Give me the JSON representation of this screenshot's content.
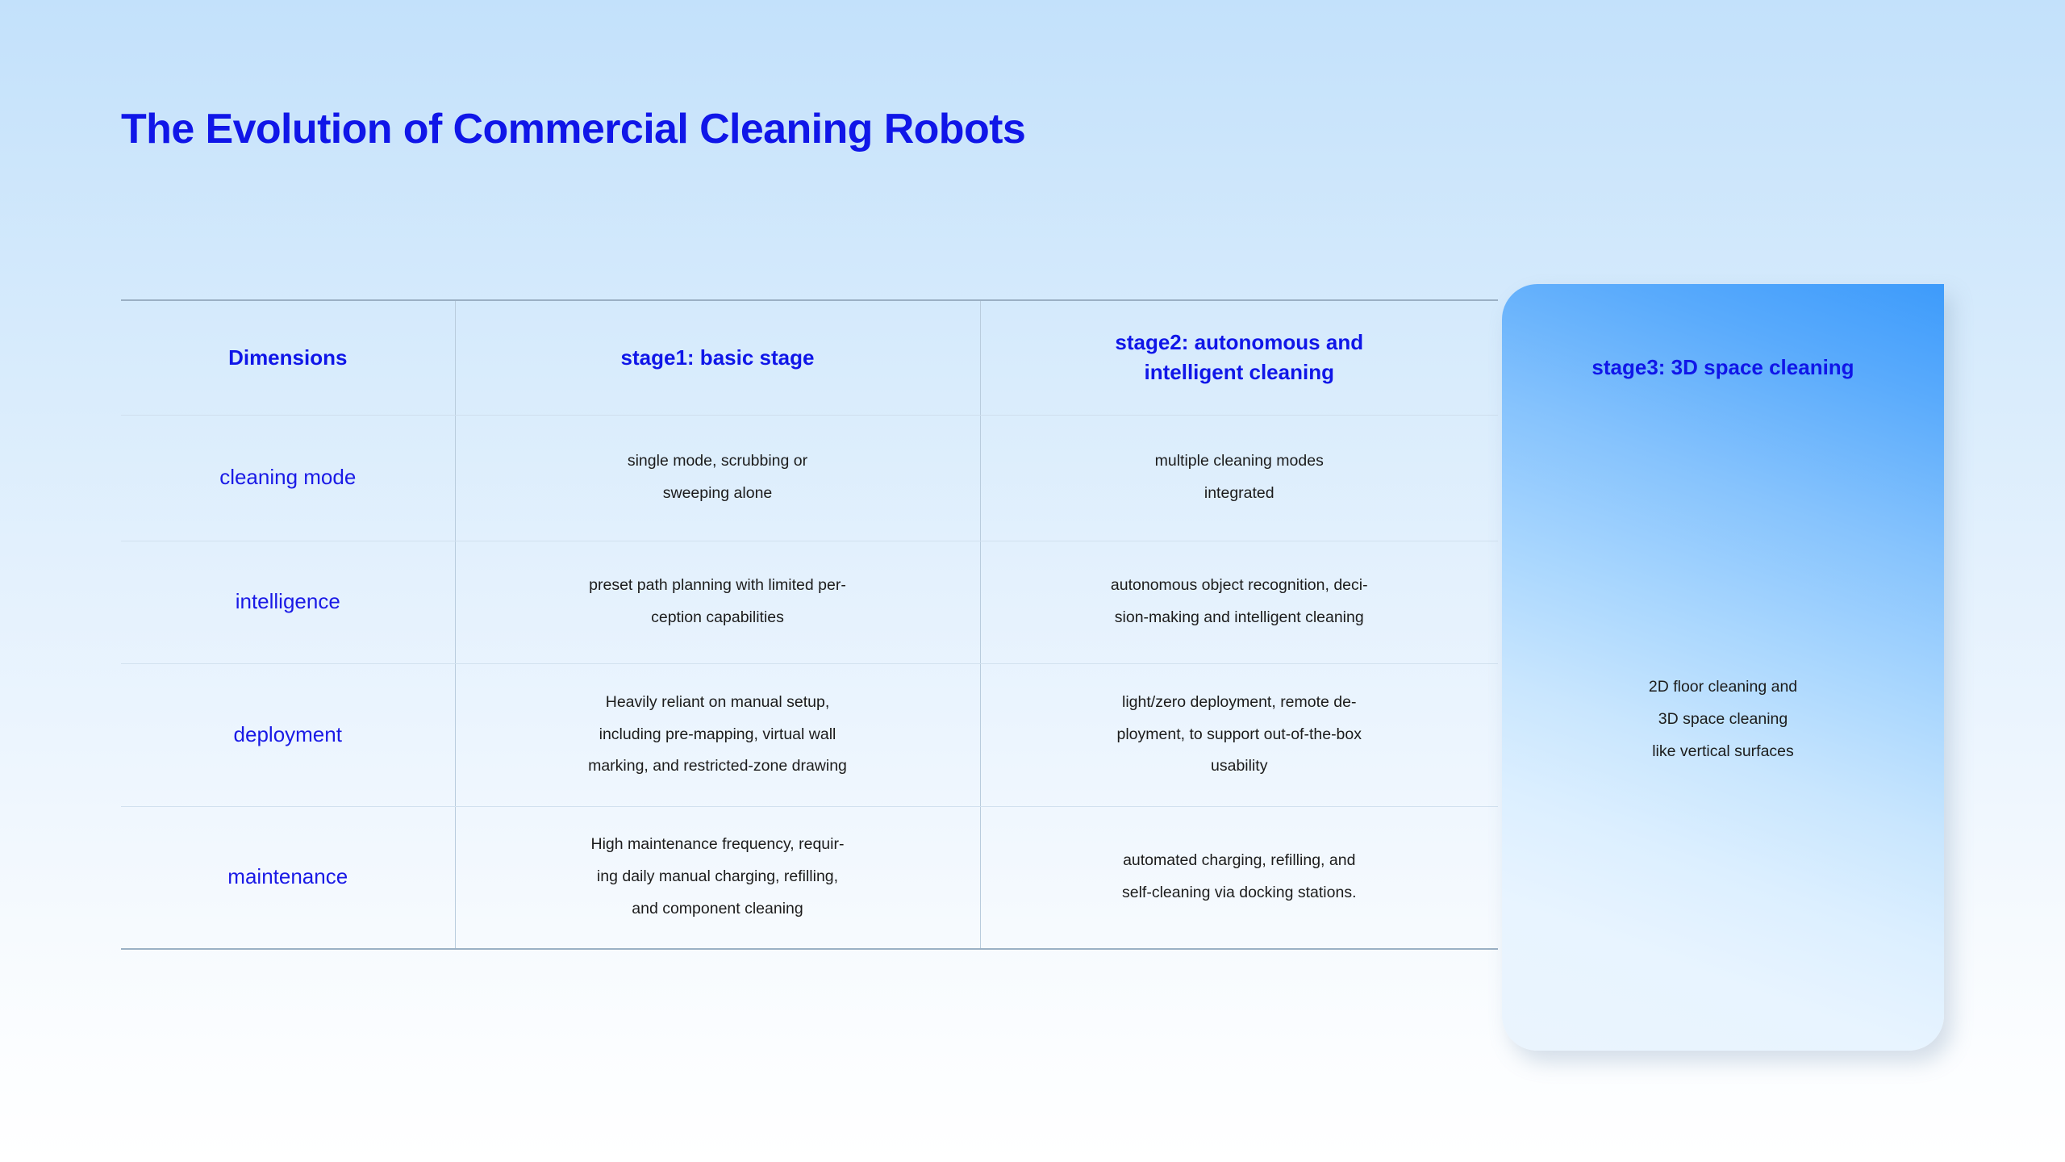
{
  "page": {
    "title": "The Evolution of Commercial Cleaning Robots",
    "background_top_color": "#c3e1fb",
    "background_bottom_color": "#ffffff",
    "accent_color": "#1016e8"
  },
  "table": {
    "headers": {
      "dimensions": "Dimensions",
      "stage1": "stage1: basic stage",
      "stage2_line1": "stage2: autonomous and",
      "stage2_line2": "intelligent cleaning"
    },
    "rows": [
      {
        "dimension": "cleaning mode",
        "stage1_lines": [
          "single mode, scrubbing or",
          "sweeping alone"
        ],
        "stage2_lines": [
          "multiple cleaning modes",
          "integrated"
        ]
      },
      {
        "dimension": "intelligence",
        "stage1_lines": [
          "preset path planning with limited per-",
          "ception capabilities"
        ],
        "stage2_lines": [
          "autonomous object recognition, deci-",
          "sion-making and intelligent cleaning"
        ]
      },
      {
        "dimension": "deployment",
        "stage1_lines": [
          "Heavily reliant on manual setup,",
          "including pre-mapping, virtual wall",
          "marking, and restricted-zone drawing"
        ],
        "stage2_lines": [
          "light/zero deployment, remote de-",
          "ployment, to support out-of-the-box",
          "usability"
        ]
      },
      {
        "dimension": "maintenance",
        "stage1_lines": [
          "High maintenance frequency, requir-",
          "ing daily manual charging, refilling,",
          "and component cleaning"
        ],
        "stage2_lines": [
          "automated charging, refilling, and",
          "self-cleaning via docking stations."
        ]
      }
    ]
  },
  "stage3_card": {
    "title": "stage3: 3D space cleaning",
    "body_lines": [
      "2D floor cleaning and",
      "3D space cleaning",
      "like vertical surfaces"
    ],
    "gradient_from": "#3d9bfb",
    "gradient_to": "#eaf4fd"
  }
}
